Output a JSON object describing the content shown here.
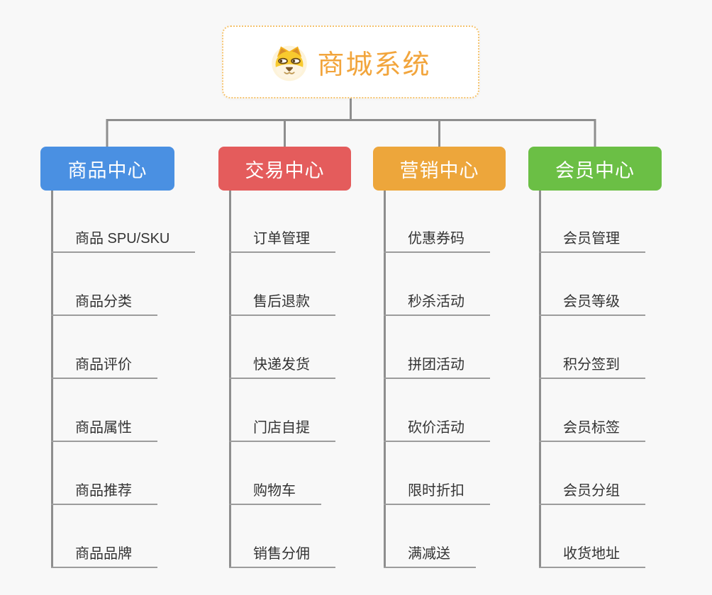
{
  "root": {
    "title": "商城系统",
    "icon": "doge-icon",
    "title_color": "#f2a53c",
    "border_color": "#f5c36e"
  },
  "branches": [
    {
      "label": "商品中心",
      "color": "#4a90e2",
      "children": [
        "商品 SPU/SKU",
        "商品分类",
        "商品评价",
        "商品属性",
        "商品推荐",
        "商品品牌"
      ]
    },
    {
      "label": "交易中心",
      "color": "#e45c5c",
      "children": [
        "订单管理",
        "售后退款",
        "快递发货",
        "门店自提",
        "购物车",
        "销售分佣"
      ]
    },
    {
      "label": "营销中心",
      "color": "#eda63b",
      "children": [
        "优惠券码",
        "秒杀活动",
        "拼团活动",
        "砍价活动",
        "限时折扣",
        "满减送"
      ]
    },
    {
      "label": "会员中心",
      "color": "#6bbf45",
      "children": [
        "会员管理",
        "会员等级",
        "积分签到",
        "会员标签",
        "会员分组",
        "收货地址"
      ]
    }
  ],
  "colors": {
    "connector": "#8e8e8e",
    "leaf_line": "#9c9c9c",
    "leaf_text": "#333333",
    "node_text": "#ffffff",
    "background": "#f8f8f8"
  }
}
